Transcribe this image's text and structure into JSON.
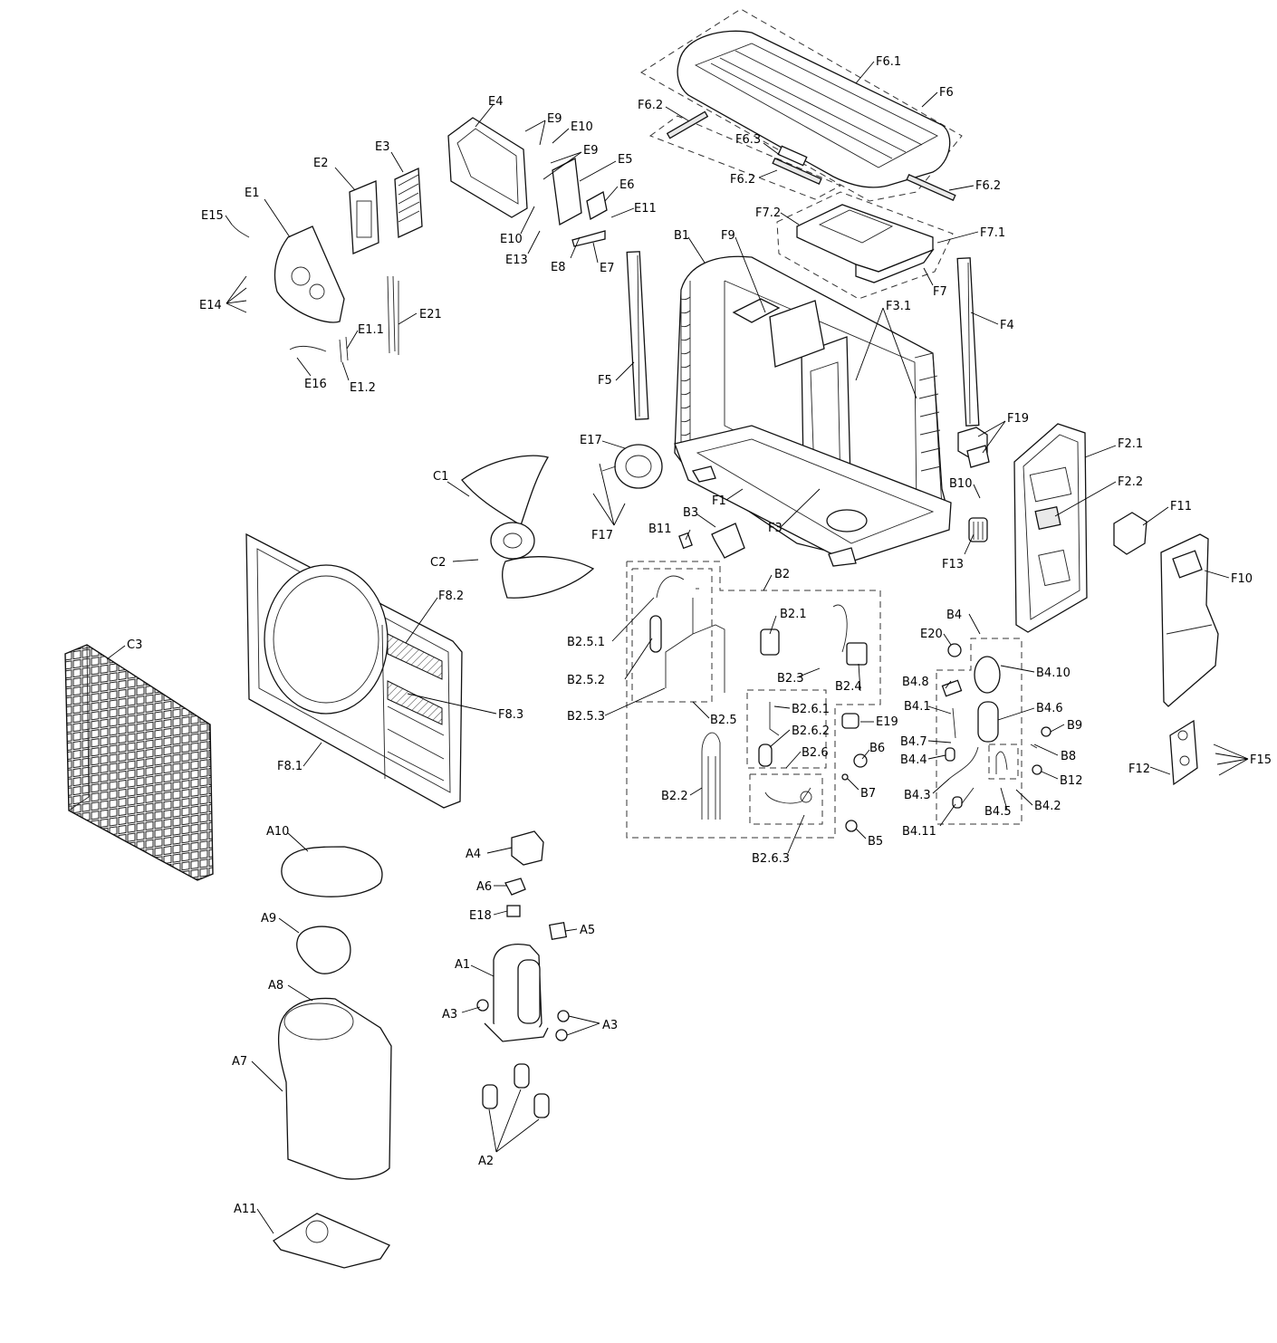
{
  "labels": {
    "F6_1": "F6.1",
    "F6": "F6",
    "F6_2a": "F6.2",
    "F6_3": "F6.3",
    "F6_2b": "F6.2",
    "F6_2c": "F6.2",
    "F7_2": "F7.2",
    "F7_1": "F7.1",
    "F7": "F7",
    "F9": "F9",
    "B1": "B1",
    "F3_1": "F3.1",
    "F4": "F4",
    "F5": "F5",
    "F19": "F19",
    "F2_1": "F2.1",
    "F2_2": "F2.2",
    "B10": "B10",
    "F11": "F11",
    "F13": "F13",
    "F10": "F10",
    "F1": "F1",
    "F3": "F3",
    "B3": "B3",
    "B11": "B11",
    "E17": "E17",
    "F17": "F17",
    "C1": "C1",
    "C2": "C2",
    "E4": "E4",
    "E9a": "E9",
    "E10a": "E10",
    "E9b": "E9",
    "E5": "E5",
    "E6": "E6",
    "E11": "E11",
    "E10b": "E10",
    "E13": "E13",
    "E8": "E8",
    "E7": "E7",
    "E3": "E3",
    "E2": "E2",
    "E1": "E1",
    "E15": "E15",
    "E14": "E14",
    "E21": "E21",
    "E1_1": "E1.1",
    "E16": "E16",
    "E1_2": "E1.2",
    "C3": "C3",
    "F8_2": "F8.2",
    "F8_3": "F8.3",
    "F8_1": "F8.1",
    "B2": "B2",
    "B2_1": "B2.1",
    "B2_3": "B2.3",
    "B2_4": "B2.4",
    "B2_5_1": "B2.5.1",
    "B2_5_2": "B2.5.2",
    "B2_5_3": "B2.5.3",
    "B2_5": "B2.5",
    "B2_6_1": "B2.6.1",
    "B2_6_2": "B2.6.2",
    "B2_6": "B2.6",
    "B2_2": "B2.2",
    "B2_6_3": "B2.6.3",
    "E19": "E19",
    "B6": "B6",
    "B7": "B7",
    "B5": "B5",
    "B4": "B4",
    "E20": "E20",
    "B4_10": "B4.10",
    "B4_8": "B4.8",
    "B4_1": "B4.1",
    "B4_6": "B4.6",
    "B9": "B9",
    "B4_7": "B4.7",
    "B8": "B8",
    "B4_4": "B4.4",
    "B12": "B12",
    "B4_3": "B4.3",
    "B4_5": "B4.5",
    "B4_2": "B4.2",
    "B4_11": "B4.11",
    "F12": "F12",
    "F15": "F15",
    "A10": "A10",
    "A4": "A4",
    "A6": "A6",
    "E18": "E18",
    "A5": "A5",
    "A9": "A9",
    "A1": "A1",
    "A3a": "A3",
    "A3b": "A3",
    "A8": "A8",
    "A7": "A7",
    "A2": "A2",
    "A11": "A11"
  }
}
